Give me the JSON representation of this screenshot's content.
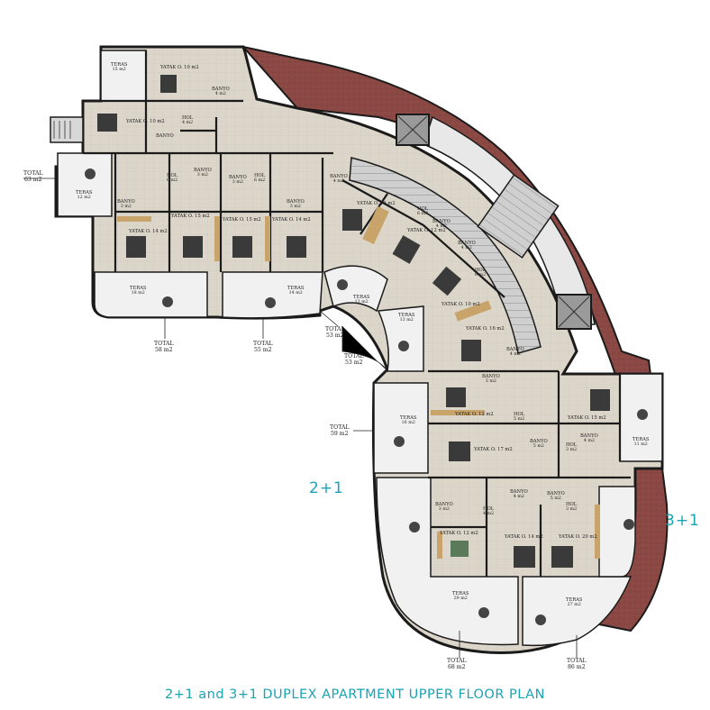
{
  "unit_types": {
    "left": "2+1",
    "right": "3+1"
  },
  "caption": "2+1 and 3+1 DUPLEX APARTMENT UPPER FLOOR PLAN",
  "colors": {
    "accent": "#1aa3b3",
    "wall": "#1b1b1b",
    "terrace_floor": "#f1f1f1",
    "interior_floor": "#d8d2c6",
    "roof_brick": "#8d4a45",
    "wood": "#c9a46a"
  },
  "rooms": [
    {
      "name": "TERAS",
      "area": "15 m2"
    },
    {
      "name": "YATAK O. 10 m2",
      "area": ""
    },
    {
      "name": "BANYO",
      "area": "4 m2"
    },
    {
      "name": "YATAK O. 10 m2",
      "area": ""
    },
    {
      "name": "HOL",
      "area": "4 m2"
    },
    {
      "name": "BANYO",
      "area": ""
    },
    {
      "name": "TERAS",
      "area": "12 m2"
    },
    {
      "name": "HOL",
      "area": "6 m2"
    },
    {
      "name": "BANYO",
      "area": "3 m2"
    },
    {
      "name": "HOL",
      "area": "6 m2"
    },
    {
      "name": "BANYO",
      "area": "3 m2"
    },
    {
      "name": "BANYO",
      "area": "3 m2"
    },
    {
      "name": "BANYO",
      "area": "3 m2"
    },
    {
      "name": "YATAK O. 15 m2",
      "area": ""
    },
    {
      "name": "YATAK O. 15 m2",
      "area": ""
    },
    {
      "name": "YATAK O. 14 m2",
      "area": ""
    },
    {
      "name": "YATAK O. 14 m2",
      "area": ""
    },
    {
      "name": "TERAS",
      "area": "18 m2"
    },
    {
      "name": "TERAS",
      "area": "14 m2"
    },
    {
      "name": "BANYO",
      "area": "4 m2"
    },
    {
      "name": "YATAK O. 16 m2",
      "area": ""
    },
    {
      "name": "HOL",
      "area": "6 m2"
    },
    {
      "name": "BANYO",
      "area": "4 m2"
    },
    {
      "name": "YATAK O. 12 m2",
      "area": ""
    },
    {
      "name": "BANYO",
      "area": "4 m2"
    },
    {
      "name": "HOL",
      "area": "6 m2"
    },
    {
      "name": "TERAS",
      "area": "13 m2"
    },
    {
      "name": "YATAK O. 10 m2",
      "area": ""
    },
    {
      "name": "TERAS",
      "area": "13 m2"
    },
    {
      "name": "YATAK O. 16 m2",
      "area": ""
    },
    {
      "name": "BANYO",
      "area": "4 m2"
    },
    {
      "name": "BANYO",
      "area": "3 m2"
    },
    {
      "name": "YATAK O. 12 m2",
      "area": ""
    },
    {
      "name": "HOL",
      "area": "5 m2"
    },
    {
      "name": "TERAS",
      "area": "16 m2"
    },
    {
      "name": "YATAK O. 17 m2",
      "area": ""
    },
    {
      "name": "BANYO",
      "area": "5 m2"
    },
    {
      "name": "YATAK O. 15 m2",
      "area": ""
    },
    {
      "name": "BANYO",
      "area": "4 m2"
    },
    {
      "name": "TERAS",
      "area": "11 m2"
    },
    {
      "name": "HOL",
      "area": "3 m2"
    },
    {
      "name": "BANYO",
      "area": "4 m2"
    },
    {
      "name": "HOL",
      "area": "4 m2"
    },
    {
      "name": "BANYO",
      "area": "5 m2"
    },
    {
      "name": "BANYO",
      "area": "3 m2"
    },
    {
      "name": "HOL",
      "area": "3 m2"
    },
    {
      "name": "YATAK O. 12 m2",
      "area": ""
    },
    {
      "name": "YATAK O. 14 m2",
      "area": ""
    },
    {
      "name": "YATAK O. 20 m2",
      "area": ""
    },
    {
      "name": "TERAS",
      "area": "29 m2"
    },
    {
      "name": "TERAS",
      "area": "27 m2"
    }
  ],
  "totals": [
    {
      "label": "TOTAL",
      "area": "63 m2"
    },
    {
      "label": "TOTAL",
      "area": "58 m2"
    },
    {
      "label": "TOTAL",
      "area": "55 m2"
    },
    {
      "label": "TOTAL",
      "area": "53 m2"
    },
    {
      "label": "TOTAL",
      "area": "53 m2"
    },
    {
      "label": "TOTAL",
      "area": "59 m2"
    },
    {
      "label": "TOTAL",
      "area": "68 m2"
    },
    {
      "label": "TOTAL",
      "area": "86 m2"
    }
  ]
}
